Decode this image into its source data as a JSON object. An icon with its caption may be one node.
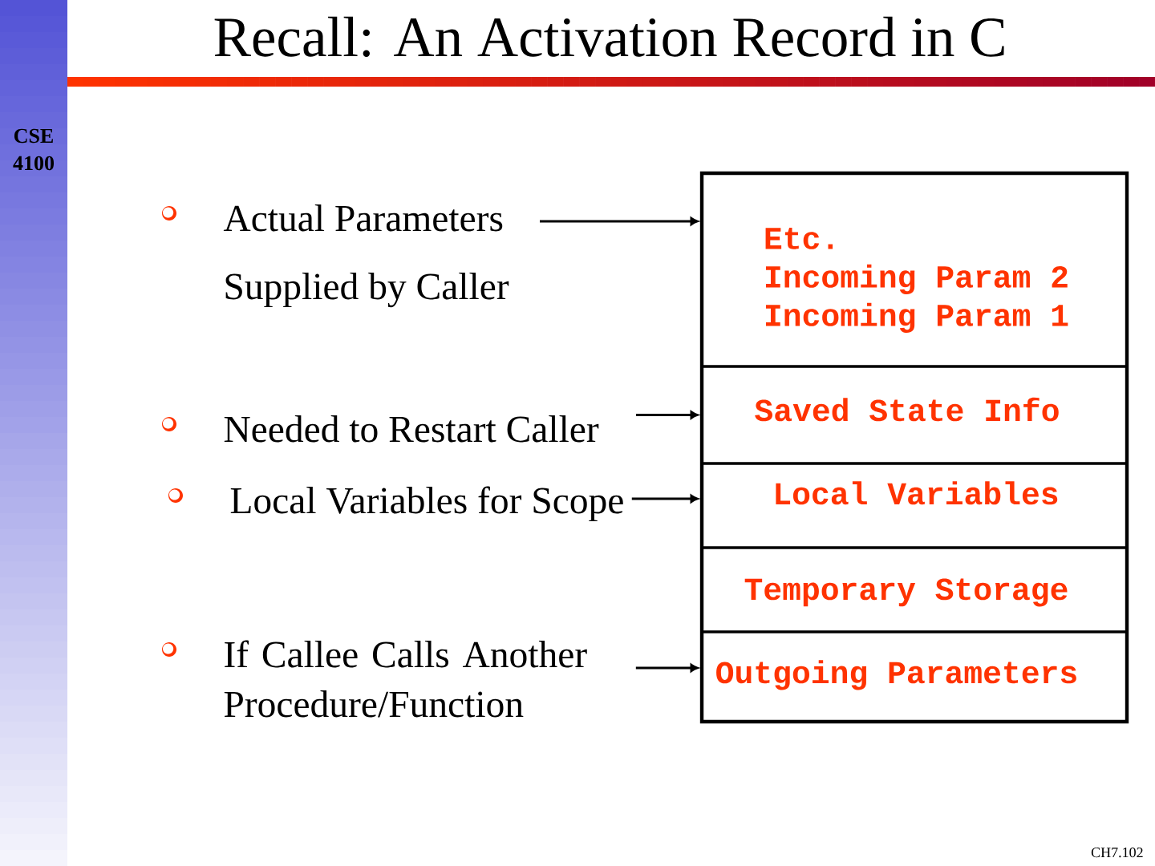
{
  "diagram": {
    "title": "Recall: An Activation Record in C",
    "nodes": [
      {
        "text": [
          "Actual Parameters",
          "Supplied by Caller"
        ]
      },
      {
        "text": [
          "Needed to Restart Caller"
        ]
      },
      {
        "text": [
          "Local Variables for Scope"
        ]
      },
      {
        "text": [
          "If Callee Calls Another Procedure/Function"
        ]
      },
      {
        "text": [],
        "shape": "box"
      },
      {
        "text": [
          "Etc.",
          "Incoming Param 2",
          "Incoming Param 1"
        ],
        "in": 4
      },
      {
        "text": [
          "Saved State Info"
        ],
        "in": 4
      },
      {
        "text": [
          "Local Variables"
        ],
        "in": 4
      },
      {
        "text": [
          "Temporary Storage"
        ],
        "in": 4
      },
      {
        "text": [
          "Outgoing Parameters"
        ],
        "in": 4
      }
    ],
    "edges": [
      {
        "from": 0,
        "to": 5,
        "arrow": "to"
      },
      {
        "from": 1,
        "to": 6,
        "arrow": "to"
      },
      {
        "from": 2,
        "to": 7,
        "arrow": "to"
      },
      {
        "from": 3,
        "to": 9,
        "arrow": "to"
      }
    ],
    "labels": [
      "CSE 4100",
      "CH7.102"
    ]
  }
}
